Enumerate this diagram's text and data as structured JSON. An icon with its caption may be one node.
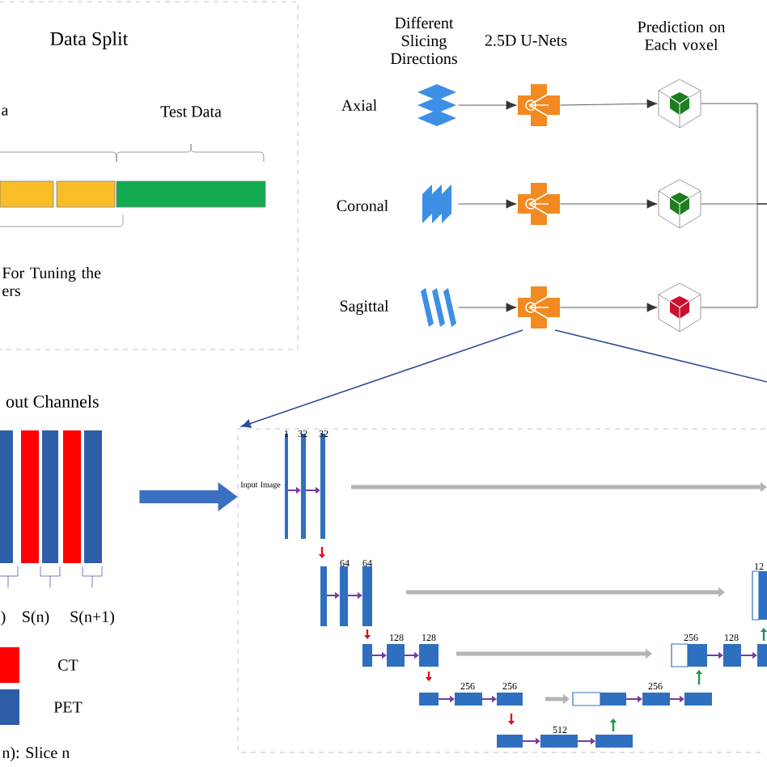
{
  "diagram": {
    "nodes": [
      {
        "text": [
          "Data Split"
        ]
      },
      {
        "text": [],
        "shape": "picture",
        "beside": [
          "Axial"
        ]
      },
      {
        "text": [],
        "shape": "picture"
      },
      {
        "text": [],
        "shape": "cube"
      },
      {
        "text": [],
        "shape": "picture",
        "beside": [
          "Coronal"
        ]
      },
      {
        "text": [],
        "shape": "picture"
      },
      {
        "text": [],
        "shape": "cube"
      },
      {
        "text": [],
        "shape": "picture",
        "beside": [
          "Sagittal"
        ]
      },
      {
        "text": [],
        "shape": "picture"
      },
      {
        "text": [],
        "shape": "cube"
      },
      {
        "text": [
          "out Channels"
        ]
      },
      {
        "text": [],
        "shape": "box"
      }
    ],
    "edges": [
      {
        "from": 1,
        "to": 2,
        "arrow": "to"
      },
      {
        "from": 2,
        "to": 3,
        "arrow": "to"
      },
      {
        "from": 4,
        "to": 5,
        "arrow": "to"
      },
      {
        "from": 5,
        "to": 6,
        "arrow": "to"
      },
      {
        "from": 7,
        "to": 8,
        "arrow": "to"
      },
      {
        "from": 8,
        "to": 9,
        "arrow": "to"
      },
      {
        "from": 3,
        "to": null,
        "arrow": "none"
      },
      {
        "from": 6,
        "to": null,
        "arrow": "none"
      },
      {
        "from": 9,
        "to": null,
        "arrow": "none"
      },
      {
        "from": 8,
        "to": 11,
        "arrow": "to",
        "color": "#2f4f9a"
      },
      {
        "from": 8,
        "to": null,
        "arrow": "none",
        "color": "#2f4f9a"
      },
      {
        "from": 10,
        "to": 11,
        "arrow": "to",
        "style": "thick",
        "color": "#3b6fc0"
      }
    ],
    "labels": [
      "a",
      "Test Data",
      "For Tuning the ers",
      "Different Slicing Directions",
      "2.5D U-Nets",
      "Prediction on Each voxel",
      ")",
      "S(n)",
      "S(n+1)",
      "n): Slice n",
      "Input Image",
      "1",
      "32",
      "32",
      "64",
      "64",
      "12",
      "128",
      "128",
      "256",
      "128",
      "256",
      "256",
      "256",
      "512"
    ],
    "legend": [
      {
        "text": "CT",
        "color": "#ff0000"
      },
      {
        "text": "PET",
        "color": "#2f5ea8"
      }
    ]
  }
}
